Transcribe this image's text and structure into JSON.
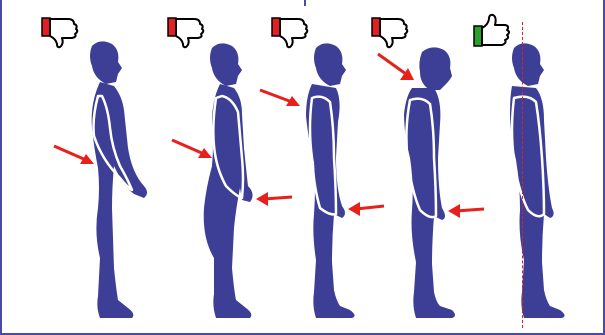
{
  "colors": {
    "figure_fill": "#3d3f97",
    "outline": "#ffffff",
    "arrow": "#e8201c",
    "bad_badge": "#e31e24",
    "good_badge": "#2aa12a",
    "plumb_line": "#e02020"
  },
  "figures": [
    {
      "id": 1,
      "verdict": "bad",
      "icon": "thumbs-down-icon",
      "fault_arrows": 1
    },
    {
      "id": 2,
      "verdict": "bad",
      "icon": "thumbs-down-icon",
      "fault_arrows": 2
    },
    {
      "id": 3,
      "verdict": "bad",
      "icon": "thumbs-down-icon",
      "fault_arrows": 2
    },
    {
      "id": 4,
      "verdict": "bad",
      "icon": "thumbs-down-icon",
      "fault_arrows": 2
    },
    {
      "id": 5,
      "verdict": "good",
      "icon": "thumbs-up-icon",
      "fault_arrows": 0
    }
  ]
}
